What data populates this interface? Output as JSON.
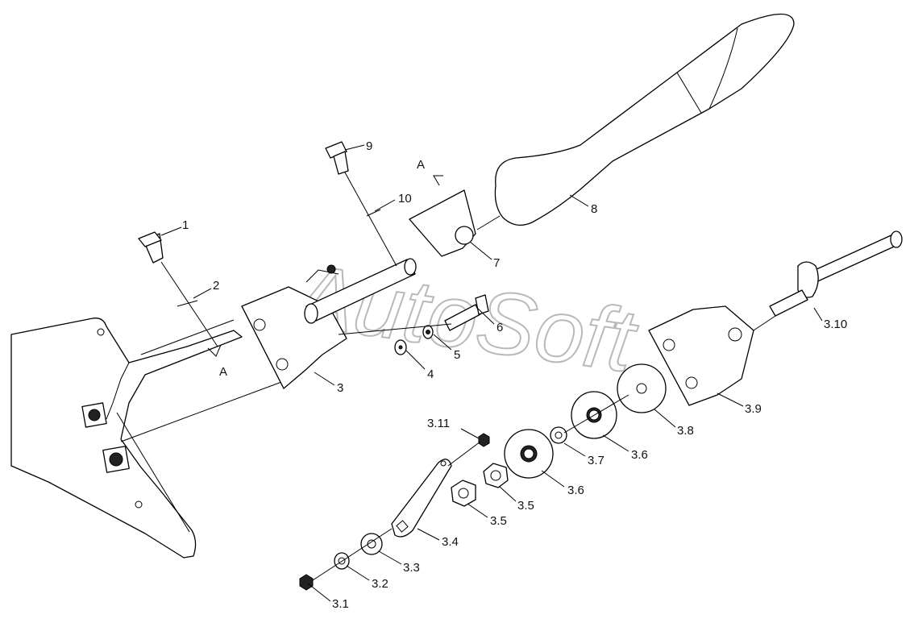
{
  "watermark": "AutoSoft",
  "section_mark": "A",
  "callouts": {
    "c1": "1",
    "c2": "2",
    "c3": "3",
    "c4": "4",
    "c5": "5",
    "c6": "6",
    "c7": "7",
    "c8": "8",
    "c9": "9",
    "c10": "10",
    "c3_1": "3.1",
    "c3_2": "3.2",
    "c3_3": "3.3",
    "c3_4": "3.4",
    "c3_5a": "3.5",
    "c3_5b": "3.5",
    "c3_6a": "3.6",
    "c3_6b": "3.6",
    "c3_7": "3.7",
    "c3_8": "3.8",
    "c3_9": "3.9",
    "c3_10": "3.10",
    "c3_11": "3.11"
  }
}
